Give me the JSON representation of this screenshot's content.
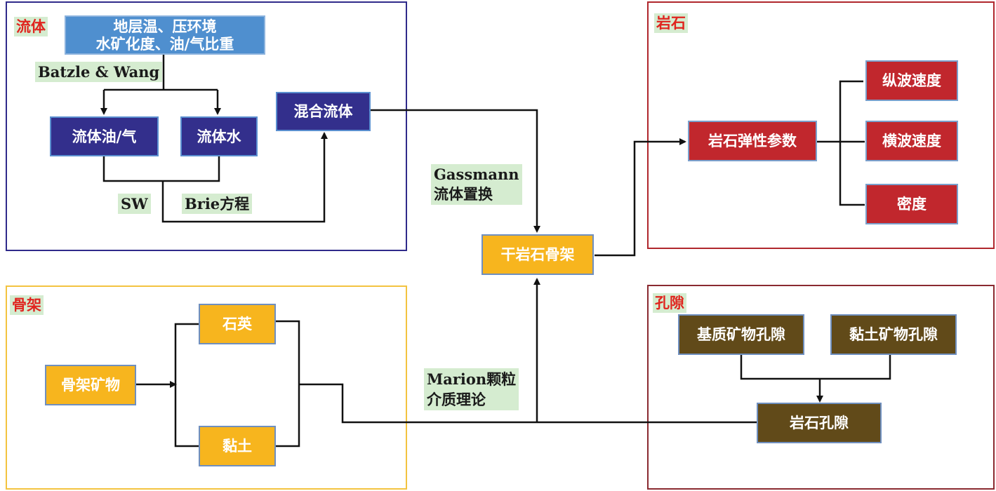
{
  "panels": {
    "fluid": {
      "tag": "流体",
      "border": "#2f2a8a"
    },
    "rock": {
      "tag": "岩石",
      "border": "#b0272d"
    },
    "frame": {
      "tag": "骨架",
      "border": "#f3c340"
    },
    "pore": {
      "tag": "孔隙",
      "border": "#8a2a30"
    }
  },
  "nodes": {
    "env_line1": "地层温、压环境",
    "env_line2": "水矿化度、油/气比重",
    "fluid_oil_gas": "流体油/气",
    "fluid_water": "流体水",
    "mixed_fluid": "混合流体",
    "dry_rock_frame": "干岩石骨架",
    "rock_elastic_params": "岩石弹性参数",
    "p_wave_velocity": "纵波速度",
    "s_wave_velocity": "横波速度",
    "density": "密度",
    "frame_mineral": "骨架矿物",
    "quartz": "石英",
    "clay": "黏土",
    "matrix_mineral_pore": "基质矿物孔隙",
    "clay_mineral_pore": "黏土矿物孔隙",
    "rock_pore": "岩石孔隙"
  },
  "labels": {
    "batzle_wang": "Batzle & Wang",
    "sw": "SW",
    "brie": "Brie方程",
    "gassmann_line1": "Gassmann",
    "gassmann_line2": "流体置换",
    "marion_line1": "Marion颗粒",
    "marion_line2": "介质理论"
  },
  "colors": {
    "env_box": "#4f8fcf",
    "fluid_box": "#332f8c",
    "rock_box": "#c1272d",
    "frame_box": "#f7b51e",
    "pore_box": "#614a19",
    "label_bg": "#d5ecd0",
    "panel_tag_text": "#e0241e"
  }
}
